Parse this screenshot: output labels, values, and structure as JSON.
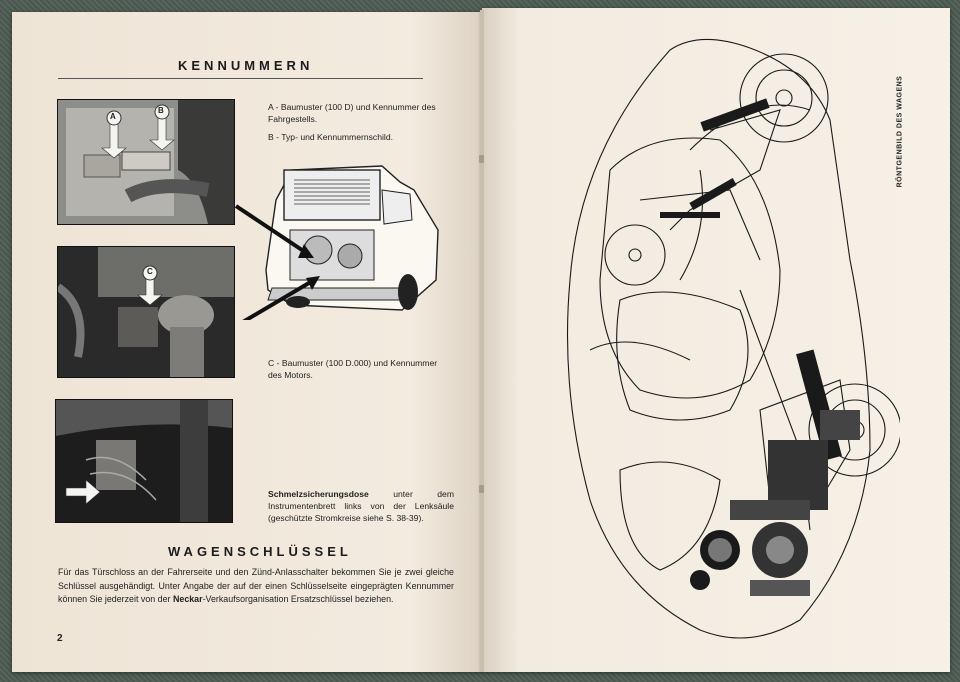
{
  "left_page": {
    "heading": "KENNUMMERN",
    "caption_a": "A - Baumuster (100 D) und Kennummer des Fahrgestells.",
    "caption_b": "B - Typ- und Kennummernschild.",
    "caption_c": "C - Baumuster (100 D.000) und Kennummer des Motors.",
    "caption_fuse_bold": "Schmelzsicherungsdose",
    "caption_fuse_rest": "unter dem Instrumentenbrett links von der Lenksäule (geschützte Stromkreise siehe S. 38-39).",
    "photo1_labels": [
      "A",
      "B"
    ],
    "photo2_label": "C",
    "heading2": "WAGENSCHLÜSSEL",
    "paragraph_part1": "Für das Türschloss an der Fahrerseite und den Zünd-Anlasschalter bekommen Sie je zwei gleiche Schlüssel ausgehändigt. Unter Angabe der auf der einen Schlüsselseite eingeprägten Kennummer können Sie jederzeit von der ",
    "paragraph_brand": "Neckar",
    "paragraph_part2": "-Verkaufsorganisation Ersatzschlüssel beziehen.",
    "page_number": "2"
  },
  "right_page": {
    "side_caption": "RÖNTGENBILD DES WAGENS"
  }
}
